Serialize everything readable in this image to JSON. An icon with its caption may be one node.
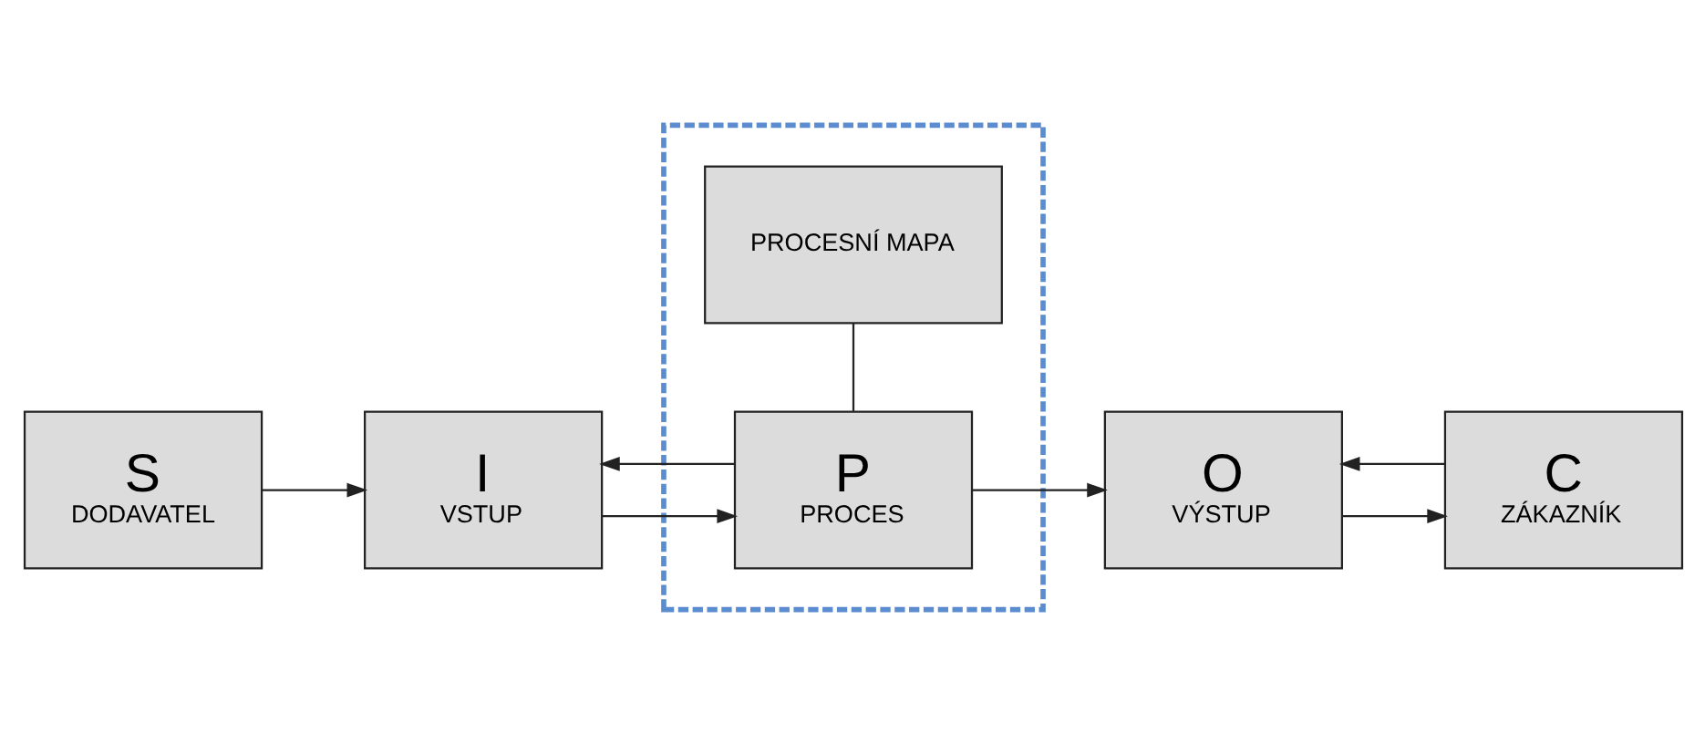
{
  "diagram": {
    "nodes": [
      {
        "text": [
          "S",
          "DODAVATEL"
        ]
      },
      {
        "text": [
          "I",
          "VSTUP"
        ]
      },
      {
        "text": [],
        "shape": "box"
      },
      {
        "text": [
          "P",
          "PROCES"
        ],
        "in": 2
      },
      {
        "text": [
          "O",
          "VÝSTUP"
        ]
      },
      {
        "text": [
          "C",
          "ZÁKAZNÍK"
        ]
      },
      {
        "text": [
          "PROCESNÍ MAPA"
        ],
        "in": 2
      }
    ],
    "edges": [
      {
        "from": 0,
        "to": 1,
        "arrow": "to"
      },
      {
        "from": 1,
        "to": 3,
        "arrow": "to"
      },
      {
        "from": 3,
        "to": 1,
        "arrow": "to"
      },
      {
        "from": 3,
        "to": 4,
        "arrow": "to"
      },
      {
        "from": 4,
        "to": 5,
        "arrow": "to"
      },
      {
        "from": 5,
        "to": 4,
        "arrow": "to"
      },
      {
        "from": 3,
        "to": 6,
        "arrow": "none"
      }
    ]
  }
}
